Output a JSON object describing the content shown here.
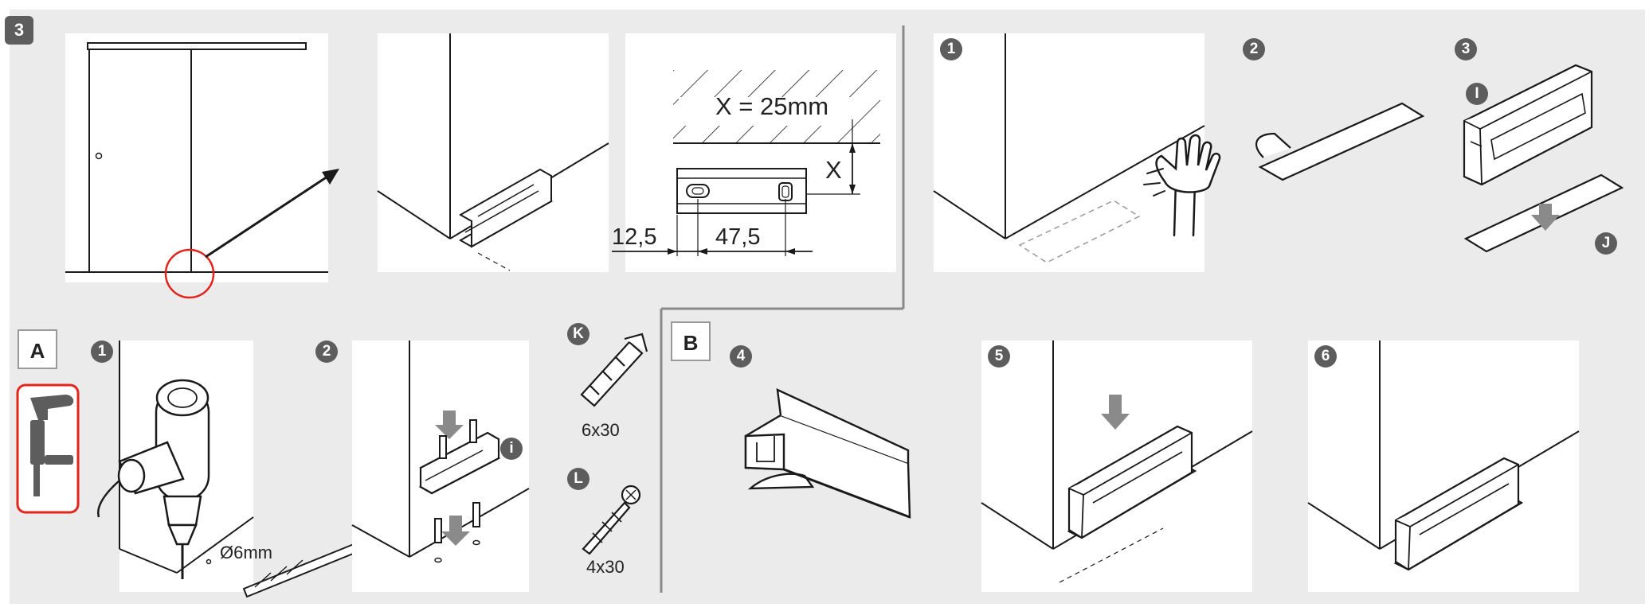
{
  "step_badge": "3",
  "section_labels": {
    "a": "A",
    "b": "B"
  },
  "dimensions": {
    "height": "X = 25mm",
    "x_marker": "X",
    "offset": "12,5",
    "width": "47,5"
  },
  "top_steps": {
    "s1": "1",
    "s2": "2",
    "s3": "3"
  },
  "top_parts": {
    "i": "I",
    "j": "J"
  },
  "a_steps": {
    "s1": "1",
    "s2": "2"
  },
  "a_parts": {
    "i": "i",
    "k": "K",
    "l": "L"
  },
  "drill_size": "Ø6mm",
  "dowel_size": "6x30",
  "screw_size": "4x30",
  "b_steps": {
    "s4": "4",
    "s5": "5",
    "s6": "6"
  },
  "colors": {
    "background": "#ebebeb",
    "panel": "#ffffff",
    "badge": "#5d5d5d",
    "highlight": "#e3241b",
    "line": "#1a1a1a",
    "arrow": "#8a8a8a"
  }
}
